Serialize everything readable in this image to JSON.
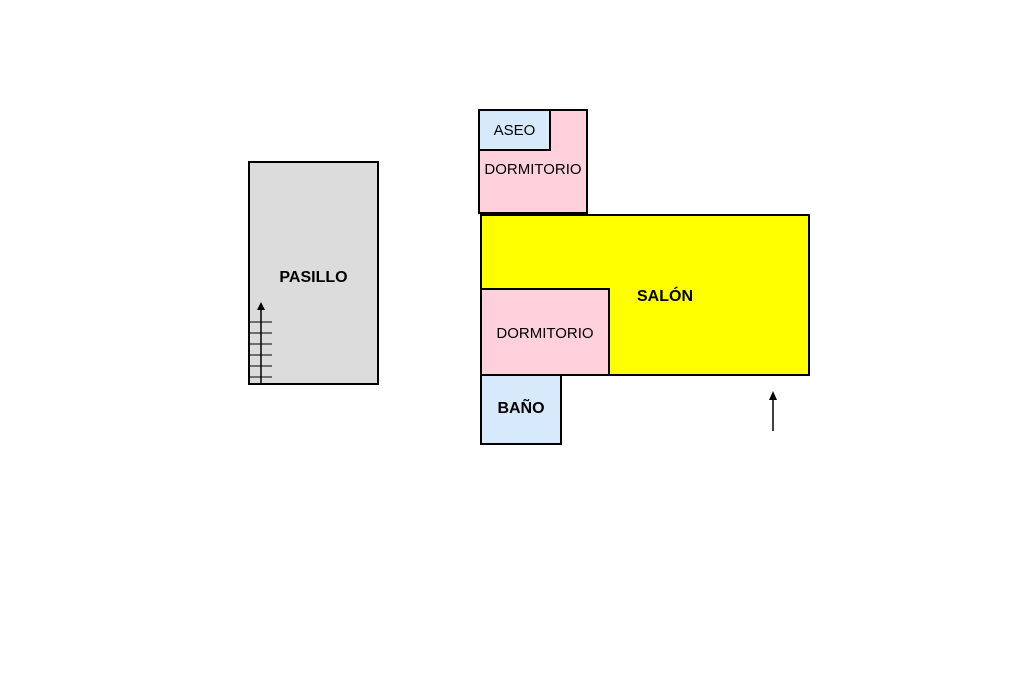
{
  "rooms": {
    "pasillo": {
      "label": "PASILLO",
      "color": "#dcdcdc"
    },
    "aseo": {
      "label": "ASEO",
      "color": "#d6eafc"
    },
    "dormitorio_top": {
      "label": "DORMITORIO",
      "color": "#ffd1dc"
    },
    "salon": {
      "label": "SALÓN",
      "color": "#ffff00"
    },
    "dormitorio_bottom": {
      "label": "DORMITORIO",
      "color": "#ffd1dc"
    },
    "bano": {
      "label": "BAÑO",
      "color": "#d6eafc"
    }
  },
  "icons": {
    "stairs": "stairs-icon",
    "entrance": "entrance-arrow-icon"
  }
}
